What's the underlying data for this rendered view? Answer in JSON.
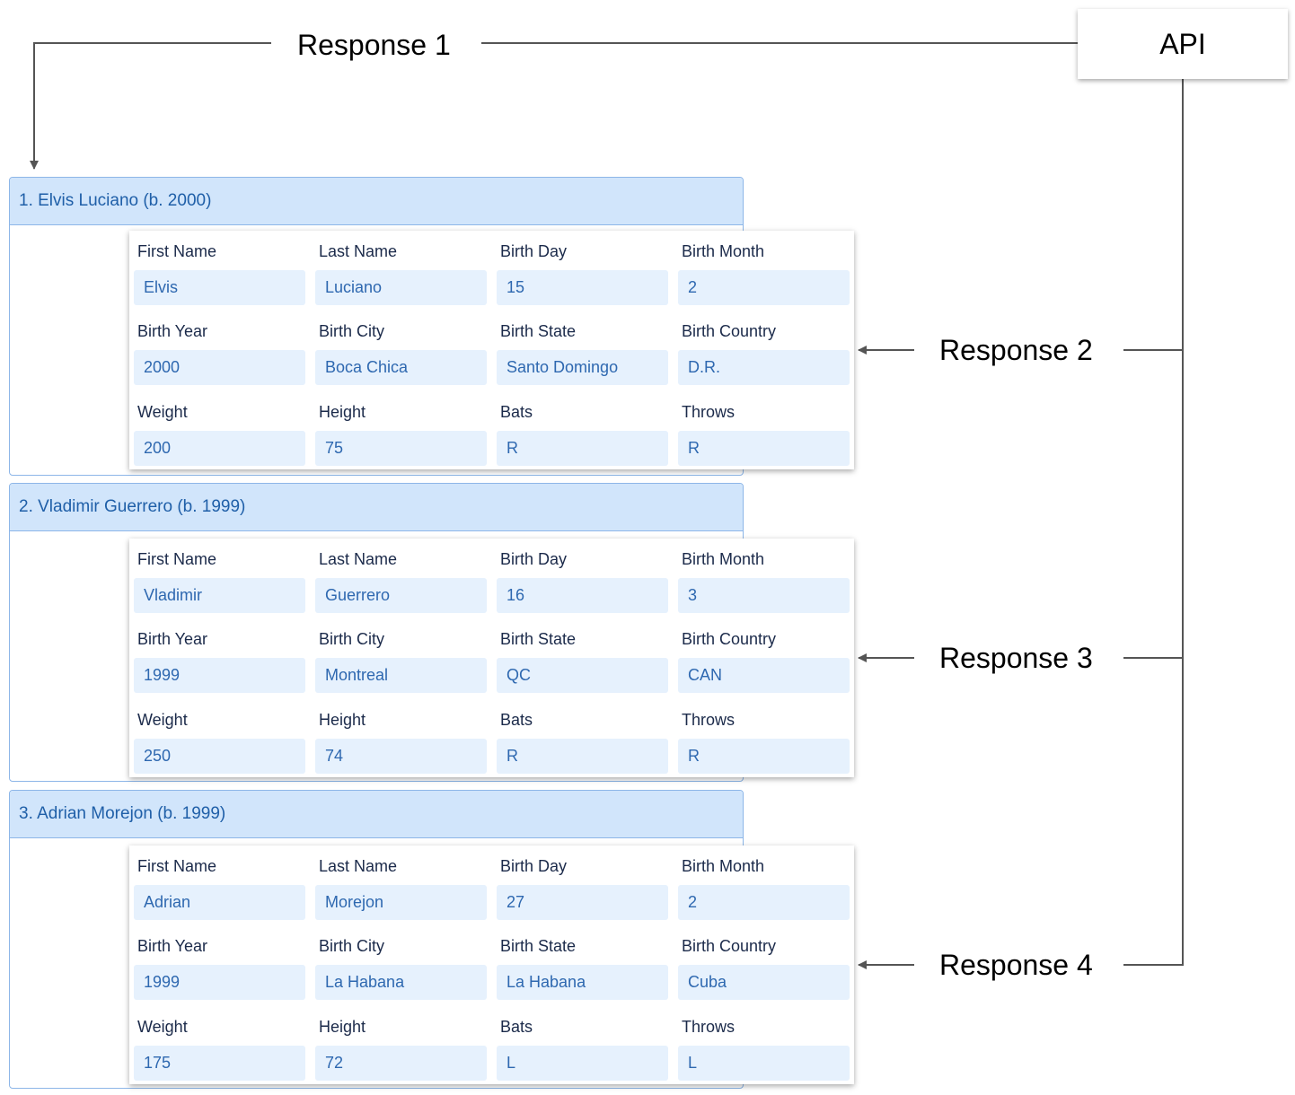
{
  "api": {
    "label": "API"
  },
  "responses": [
    "Response 1",
    "Response 2",
    "Response 3",
    "Response 4"
  ],
  "players": [
    {
      "header": "1. Elvis Luciano (b. 2000)",
      "fields": [
        {
          "label": "First Name",
          "value": "Elvis"
        },
        {
          "label": "Last Name",
          "value": "Luciano"
        },
        {
          "label": "Birth Day",
          "value": "15"
        },
        {
          "label": "Birth Month",
          "value": "2"
        },
        {
          "label": "Birth Year",
          "value": "2000"
        },
        {
          "label": "Birth City",
          "value": "Boca Chica"
        },
        {
          "label": "Birth State",
          "value": "Santo Domingo"
        },
        {
          "label": "Birth Country",
          "value": "D.R."
        },
        {
          "label": "Weight",
          "value": "200"
        },
        {
          "label": "Height",
          "value": "75"
        },
        {
          "label": "Bats",
          "value": "R"
        },
        {
          "label": "Throws",
          "value": "R"
        }
      ]
    },
    {
      "header": "2. Vladimir Guerrero (b. 1999)",
      "fields": [
        {
          "label": "First Name",
          "value": "Vladimir"
        },
        {
          "label": "Last Name",
          "value": "Guerrero"
        },
        {
          "label": "Birth Day",
          "value": "16"
        },
        {
          "label": "Birth Month",
          "value": "3"
        },
        {
          "label": "Birth Year",
          "value": "1999"
        },
        {
          "label": "Birth City",
          "value": "Montreal"
        },
        {
          "label": "Birth State",
          "value": "QC"
        },
        {
          "label": "Birth Country",
          "value": "CAN"
        },
        {
          "label": "Weight",
          "value": "250"
        },
        {
          "label": "Height",
          "value": "74"
        },
        {
          "label": "Bats",
          "value": "R"
        },
        {
          "label": "Throws",
          "value": "R"
        }
      ]
    },
    {
      "header": "3. Adrian Morejon (b. 1999)",
      "fields": [
        {
          "label": "First Name",
          "value": "Adrian"
        },
        {
          "label": "Last Name",
          "value": "Morejon"
        },
        {
          "label": "Birth Day",
          "value": "27"
        },
        {
          "label": "Birth Month",
          "value": "2"
        },
        {
          "label": "Birth Year",
          "value": "1999"
        },
        {
          "label": "Birth City",
          "value": "La Habana"
        },
        {
          "label": "Birth State",
          "value": "La Habana"
        },
        {
          "label": "Birth Country",
          "value": "Cuba"
        },
        {
          "label": "Weight",
          "value": "175"
        },
        {
          "label": "Height",
          "value": "72"
        },
        {
          "label": "Bats",
          "value": "L"
        },
        {
          "label": "Throws",
          "value": "L"
        }
      ]
    }
  ]
}
